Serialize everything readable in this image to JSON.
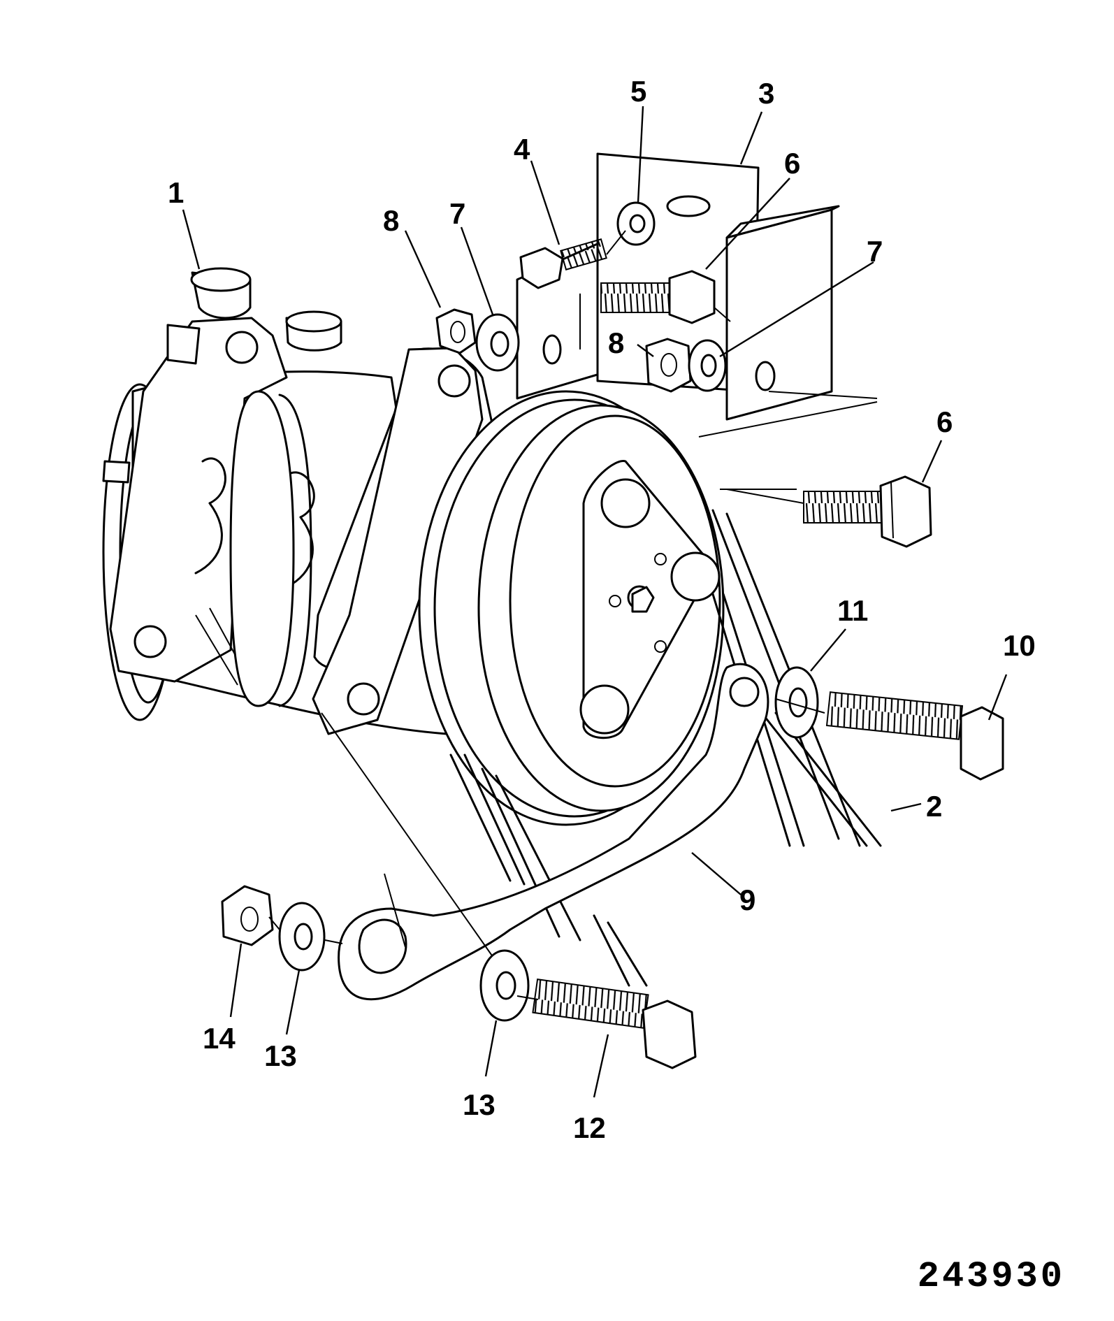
{
  "callouts": {
    "c1": "1",
    "c2": "2",
    "c3": "3",
    "c4": "4",
    "c5": "5",
    "c6a": "6",
    "c6b": "6",
    "c7a": "7",
    "c7b": "7",
    "c8a": "8",
    "c8b": "8",
    "c9": "9",
    "c10": "10",
    "c11": "11",
    "c12": "12",
    "c13a": "13",
    "c13b": "13",
    "c14": "14"
  },
  "reference_number": "243930"
}
